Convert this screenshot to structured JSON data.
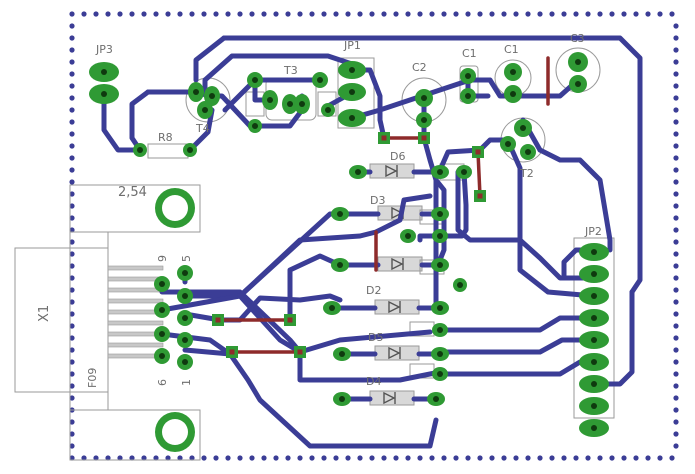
{
  "board": {
    "colors": {
      "trace": "#3b3d96",
      "wire": "#8e2b2b",
      "pad": "#2f9a34",
      "silkscreen": "#6e6e6e",
      "outline_dots": "#3b3d96"
    }
  },
  "labels": {
    "jp3": "JP3",
    "jp1": "JP1",
    "jp2": "JP2",
    "t3": "T3",
    "t4": "T4",
    "t2": "T2",
    "c2": "C2",
    "c1a": "C1",
    "c1b": "C1",
    "c3": "C3",
    "r8": "R8",
    "d6": "D6",
    "d3": "D3",
    "d2": "D2",
    "d5": "D5",
    "d4": "D4",
    "x1": "X1",
    "f09": "F09",
    "pitch": "2,54",
    "pin9": "9",
    "pin5": "5",
    "pin6": "6",
    "pin1": "1"
  }
}
